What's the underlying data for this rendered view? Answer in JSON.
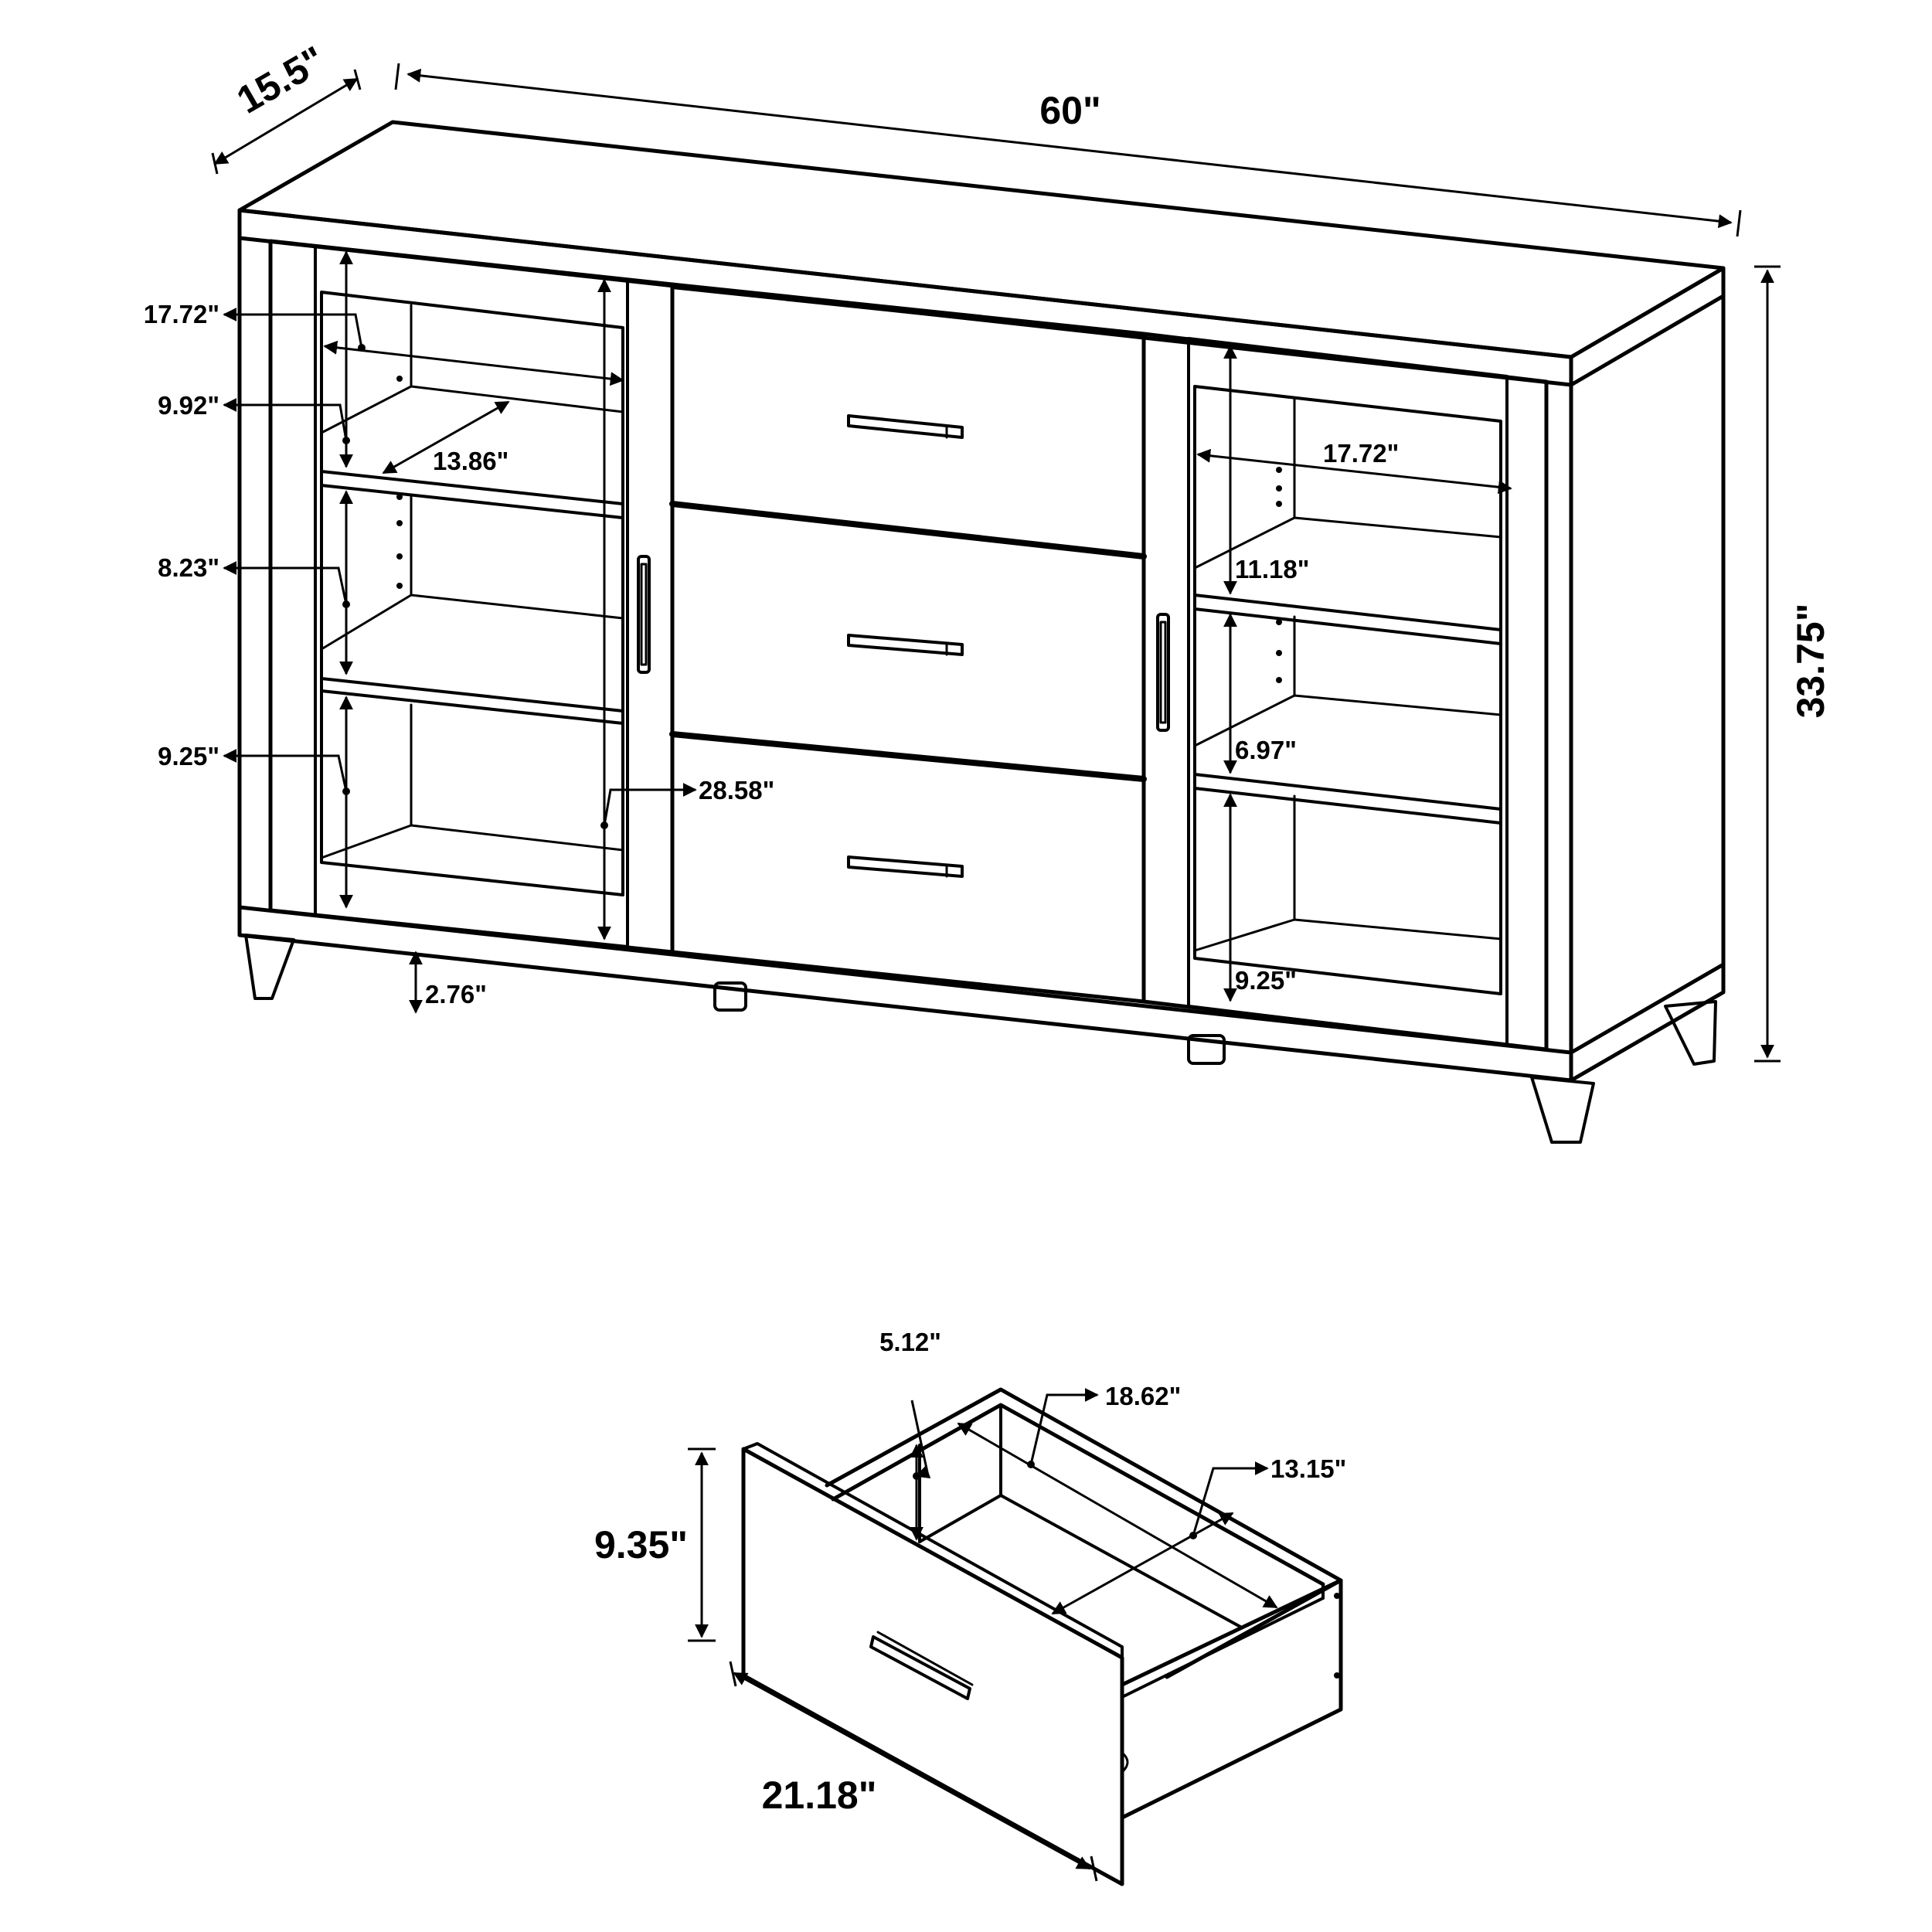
{
  "labels": {
    "overall_depth": "15.5\"",
    "overall_width": "60\"",
    "overall_height": "33.75\"",
    "left_width_top": "17.72\"",
    "left_shelf_1": "9.92\"",
    "left_depth": "13.86\"",
    "left_shelf_2": "8.23\"",
    "left_shelf_3": "9.25\"",
    "door_height": "28.58\"",
    "leg_height": "2.76\"",
    "right_width": "17.72\"",
    "right_shelf_1": "11.18\"",
    "right_shelf_2": "6.97\"",
    "right_shelf_3": "9.25\"",
    "drawer_inner_height": "5.12\"",
    "drawer_inner_depth": "18.62\"",
    "drawer_inner_width": "13.15\"",
    "drawer_front_height": "9.35\"",
    "drawer_front_width": "21.18\""
  },
  "colors": {
    "line": "#000000",
    "background": "#ffffff"
  }
}
